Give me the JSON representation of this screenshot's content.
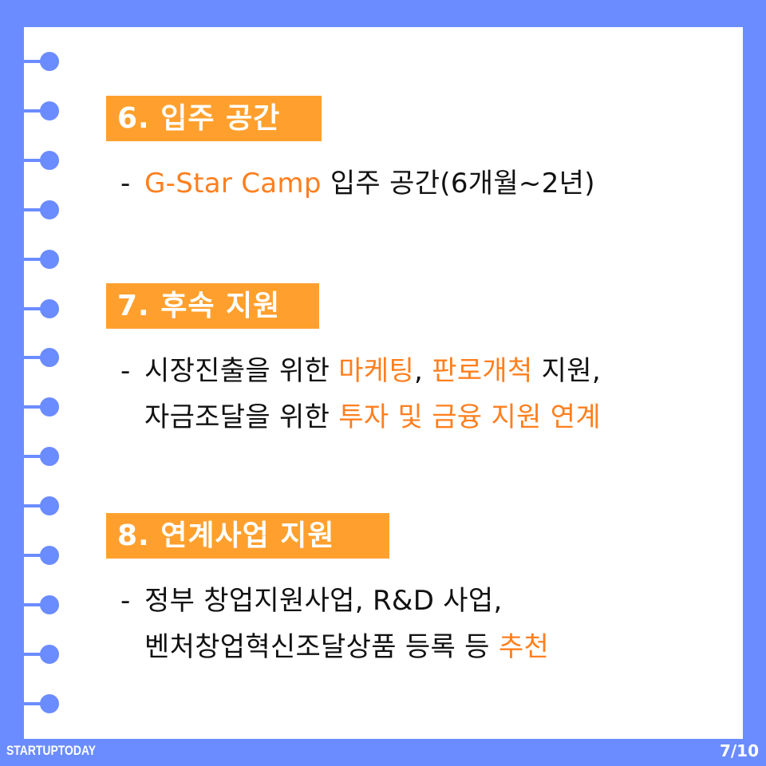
{
  "colors": {
    "frame": "#6b8cff",
    "panel": "#ffffff",
    "header_bg": "#ffa02e",
    "highlight": "#ff7f1e",
    "text": "#111111"
  },
  "binder": {
    "icon": "binder-ring-icon",
    "ring_count": 14
  },
  "sections": [
    {
      "title": "6. 입주 공간",
      "lines": [
        {
          "dash": "-",
          "parts": [
            {
              "text": "G-Star Camp",
              "highlight": true
            },
            {
              "text": " 입주 공간(6개월~2년)",
              "highlight": false
            }
          ]
        }
      ]
    },
    {
      "title": "7. 후속 지원",
      "lines": [
        {
          "dash": "-",
          "parts": [
            {
              "text": "시장진출을 위한 ",
              "highlight": false
            },
            {
              "text": "마케팅",
              "highlight": true
            },
            {
              "text": ", ",
              "highlight": false
            },
            {
              "text": "판로개척",
              "highlight": true
            },
            {
              "text": " 지원,",
              "highlight": false
            }
          ]
        },
        {
          "dash": "",
          "parts": [
            {
              "text": "자금조달을 위한 ",
              "highlight": false
            },
            {
              "text": "투자 및 금융 지원 연계",
              "highlight": true
            }
          ]
        }
      ]
    },
    {
      "title": "8. 연계사업 지원",
      "lines": [
        {
          "dash": "-",
          "parts": [
            {
              "text": "정부 창업지원사업, R&D 사업,",
              "highlight": false
            }
          ]
        },
        {
          "dash": "",
          "parts": [
            {
              "text": "벤처창업혁신조달상품 등록 등 ",
              "highlight": false
            },
            {
              "text": "추천",
              "highlight": true
            }
          ]
        }
      ]
    }
  ],
  "footer": {
    "brand": "STARTUPTODAY",
    "page": "7/10"
  }
}
